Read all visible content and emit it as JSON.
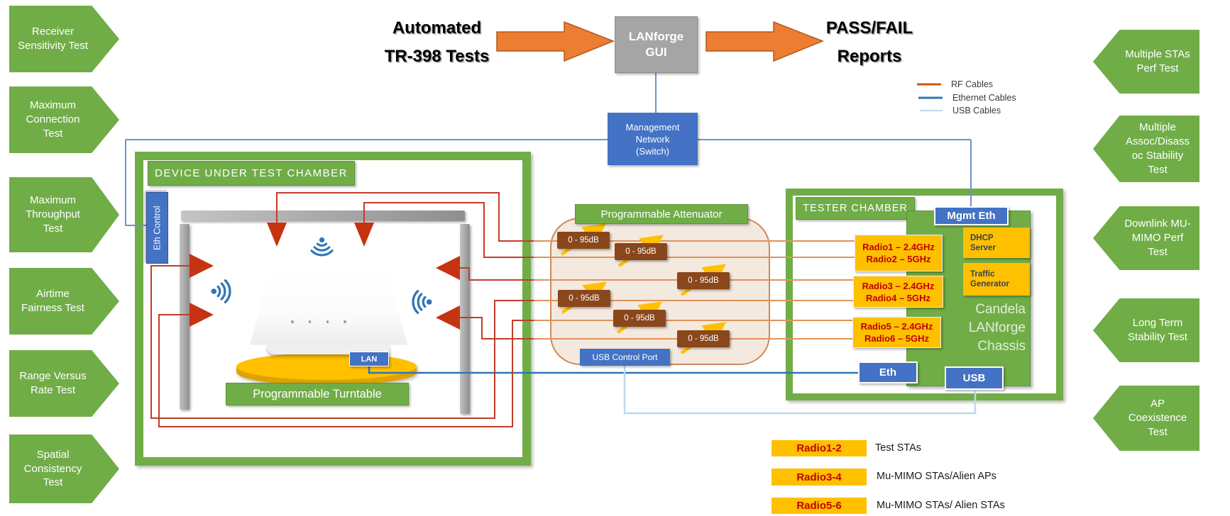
{
  "flow": {
    "title_line1": "Automated",
    "title_line2": "TR-398 Tests",
    "gui_line1": "LANforge",
    "gui_line2": "GUI",
    "reports_line1": "PASS/FAIL",
    "reports_line2": "Reports"
  },
  "legend": {
    "rf": "RF Cables",
    "ethernet": "Ethernet Cables",
    "usb": "USB Cables"
  },
  "management": {
    "line1": "Management",
    "line2": "Network",
    "line3": "(Switch)"
  },
  "left_tests": [
    "Receiver Sensitivity Test",
    "Maximum Connection Test",
    "Maximum Throughput Test",
    "Airtime Fairness Test",
    "Range Versus Rate Test",
    "Spatial Consistency Test"
  ],
  "right_tests": [
    "Multiple STAs Perf Test",
    "Multiple Assoc/Disassoc Stability Test",
    "Downlink MU-MIMO Perf Test",
    "Long Term Stability Test",
    "AP Coexistence Test"
  ],
  "dut_chamber": {
    "label": "DEVICE UNDER TEST CHAMBER",
    "eth_control": "Eth Control",
    "lan": "LAN",
    "turntable": "Programmable Turntable"
  },
  "attenuator": {
    "label": "Programmable Attenuator",
    "usb_port": "USB Control Port",
    "boxes": [
      "0 - 95dB",
      "0 - 95dB",
      "0 - 95dB",
      "0 - 95dB",
      "0 - 95dB",
      "0 - 95dB"
    ]
  },
  "tester_chamber": {
    "label": "TESTER CHAMBER",
    "mgmt_eth": "Mgmt Eth",
    "dhcp_line1": "DHCP",
    "dhcp_line2": "Server",
    "traffic_line1": "Traffic",
    "traffic_line2": "Generator",
    "chassis_line1": "Candela",
    "chassis_line2": "LANforge",
    "chassis_line3": "Chassis",
    "eth": "Eth",
    "usb": "USB",
    "radios": [
      {
        "line1": "Radio1 – 2.4GHz",
        "line2": "Radio2 – 5GHz"
      },
      {
        "line1": "Radio3 – 2.4GHz",
        "line2": "Radio4 – 5GHz"
      },
      {
        "line1": "Radio5 – 2.4GHz",
        "line2": "Radio6 – 5GHz"
      }
    ]
  },
  "radio_legend": [
    {
      "box": "Radio1-2",
      "label": "Test STAs"
    },
    {
      "box": "Radio3-4",
      "label": "Mu-MIMO STAs/Alien APs"
    },
    {
      "box": "Radio5-6",
      "label": "Mu-MIMO STAs/ Alien STAs"
    }
  ],
  "colors": {
    "green": "#70AD47",
    "blue": "#4472C4",
    "orange_arrow": "#ED7D31",
    "yellow": "#FFC000",
    "brown": "#8A471B",
    "radio_text_red": "#C00000",
    "rf_cable": "#C55A11",
    "ethernet_cable": "#2E75B6",
    "usb_cable": "#BDD7EE",
    "gray_box": "#A5A5A5",
    "antenna_red": "#C63310"
  }
}
